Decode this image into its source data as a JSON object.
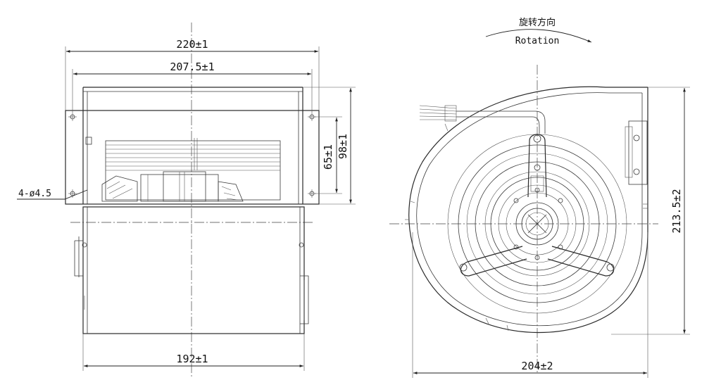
{
  "front_view": {
    "dim_overall_width": "220±1",
    "dim_mount_width": "207.5±1",
    "dim_hole_spacing": "65±1",
    "dim_flange_height": "98±1",
    "dim_holes": "4-ø4.5",
    "dim_outlet_width": "192±1"
  },
  "side_view": {
    "rotation_label_cn": "旋转方向",
    "rotation_label_en": "Rotation",
    "dim_height": "213.5±2",
    "dim_width": "204±2"
  }
}
